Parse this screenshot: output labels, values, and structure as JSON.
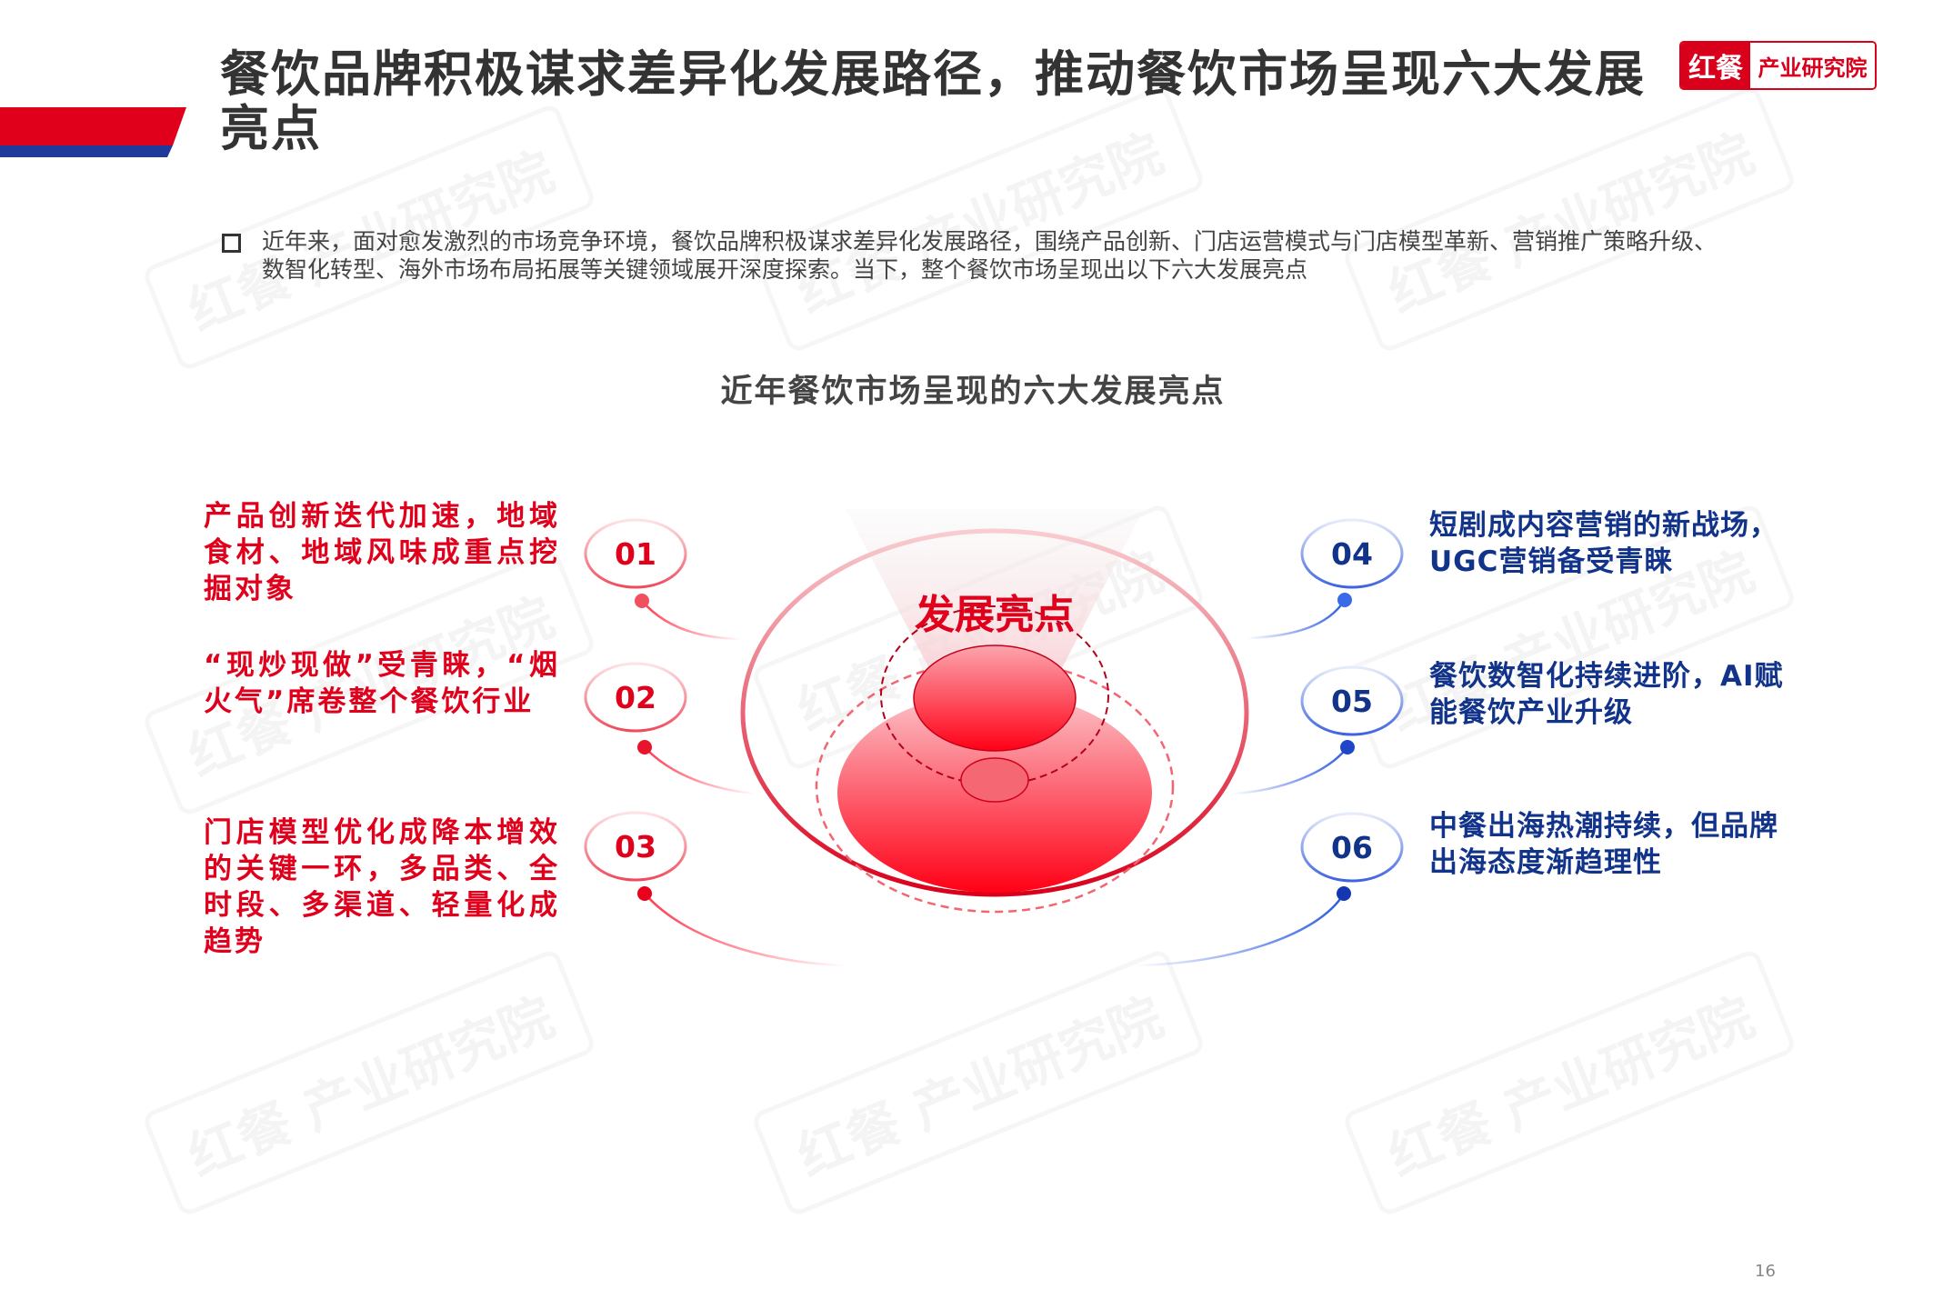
{
  "header": {
    "title": "餐饮品牌积极谋求差异化发展路径，推动餐饮市场呈现六大发展亮点",
    "logo": {
      "brand": "红餐",
      "name": "产业研究院"
    }
  },
  "intro": "近年来，面对愈发激烈的市场竞争环境，餐饮品牌积极谋求差异化发展路径，围绕产品创新、门店运营模式与门店模型革新、营销推广策略升级、数智化转型、海外市场布局拓展等关键领域展开深度探索。当下，整个餐饮市场呈现出以下六大发展亮点",
  "diagram": {
    "title": "近年餐饮市场呈现的六大发展亮点",
    "center_label": "发展亮点",
    "items": [
      {
        "num": "01",
        "text": "产品创新迭代加速，地域食材、地域风味成重点挖掘对象"
      },
      {
        "num": "02",
        "text": "“现炒现做”受青睐，“烟火气”席卷整个餐饮行业"
      },
      {
        "num": "03",
        "text": "门店模型优化成降本增效的关键一环，多品类、全时段、多渠道、轻量化成趋势"
      },
      {
        "num": "04",
        "text": "短剧成内容营销的新战场，UGC营销备受青睐"
      },
      {
        "num": "05",
        "text": "餐饮数智化持续进阶，AI赋能餐饮产业升级"
      },
      {
        "num": "06",
        "text": "中餐出海热潮持续，但品牌出海态度渐趋理性"
      }
    ]
  },
  "watermark": "红餐 产业研究院",
  "page_number": "16",
  "colors": {
    "red": "#e0001b",
    "blue": "#12338a",
    "stripe_blue": "#1e3a9a"
  }
}
